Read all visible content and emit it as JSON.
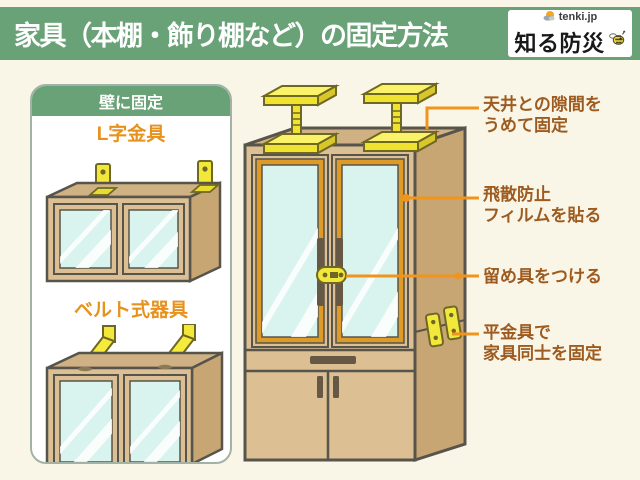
{
  "title_bar": {
    "title": "家具（本棚・飾り棚など）の固定方法",
    "logo": {
      "brand": "tenki.jp",
      "name": "知る防災"
    }
  },
  "wall_card": {
    "header": "壁に固定",
    "methods": [
      {
        "label": "L字金具"
      },
      {
        "label": "ベルト式器具"
      }
    ]
  },
  "annotations": [
    {
      "label": "天井との隙間を\nうめて固定"
    },
    {
      "label": "飛散防止\nフィルムを貼る"
    },
    {
      "label": "留め具をつける"
    },
    {
      "label": "平金具で\n家具同士を固定"
    }
  ],
  "colors": {
    "background": "#FAF6E7",
    "header_green": "#68A276",
    "method_orange": "#E8921E",
    "annotation_brown": "#9D5B20",
    "line_orange": "#F0941E",
    "hardware_yellow": "#F2E83C",
    "wood_front": "#DCBF93",
    "wood_side": "#C8A674",
    "glass_cyan": "#D9F4EF"
  },
  "icons": {
    "weather": "weather-logo-icon",
    "bee": "bee-mascot-icon"
  }
}
